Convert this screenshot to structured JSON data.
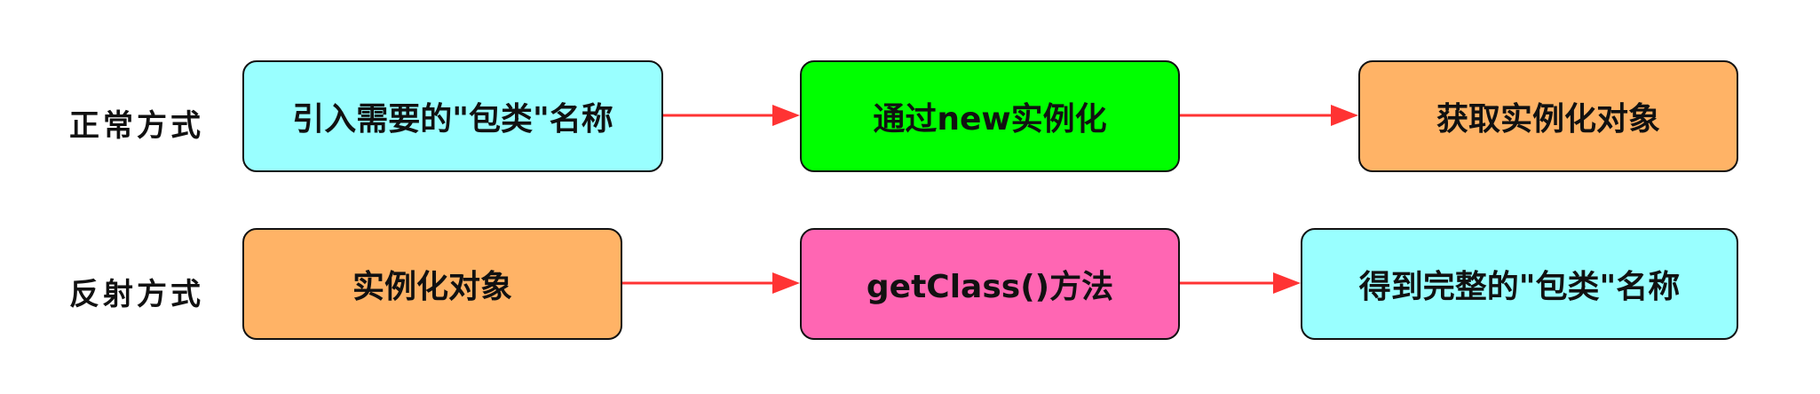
{
  "rows": [
    {
      "label": "正常方式",
      "steps": [
        {
          "text": "引入需要的\"包类\"名称",
          "color": "#99FFFF"
        },
        {
          "text": "通过new实例化",
          "color": "#00FF00"
        },
        {
          "text": "获取实例化对象",
          "color": "#FFB366"
        }
      ]
    },
    {
      "label": "反射方式",
      "steps": [
        {
          "text": "实例化对象",
          "color": "#FFB366"
        },
        {
          "text": "getClass()方法",
          "color": "#FF66B3"
        },
        {
          "text": "得到完整的\"包类\"名称",
          "color": "#99FFFF"
        }
      ]
    }
  ],
  "arrow_color": "#FF3333"
}
